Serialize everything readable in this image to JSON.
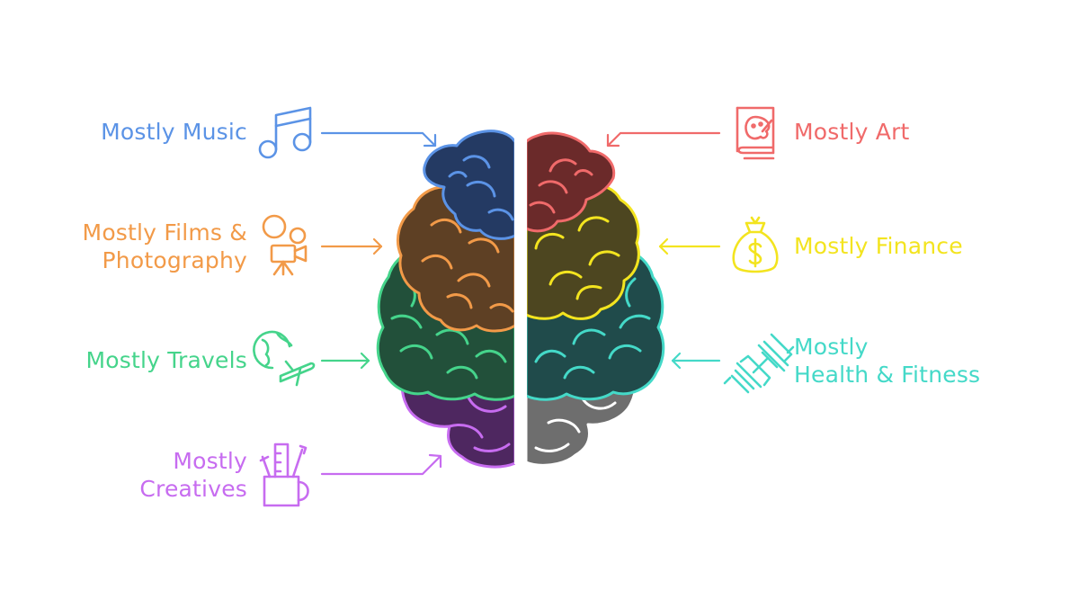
{
  "categories": [
    {
      "id": "music",
      "lines": [
        "Mostly Music"
      ],
      "color": "#5b93e6",
      "icon": "music-note-icon"
    },
    {
      "id": "films",
      "lines": [
        "Mostly Films &",
        "Photography"
      ],
      "color": "#f29a48",
      "icon": "film-camera-icon"
    },
    {
      "id": "travels",
      "lines": [
        "Mostly Travels"
      ],
      "color": "#45d48b",
      "icon": "globe-plane-icon"
    },
    {
      "id": "creatives",
      "lines": [
        "Mostly",
        "Creatives"
      ],
      "color": "#c76cf0",
      "icon": "pencil-cup-icon"
    },
    {
      "id": "art",
      "lines": [
        "Mostly Art"
      ],
      "color": "#f06a6a",
      "icon": "art-book-icon"
    },
    {
      "id": "finance",
      "lines": [
        "Mostly Finance"
      ],
      "color": "#f3e41f",
      "icon": "money-bag-icon"
    },
    {
      "id": "health",
      "lines": [
        "Mostly",
        "Health & Fitness"
      ],
      "color": "#44d9c8",
      "icon": "dumbbell-icon"
    }
  ]
}
